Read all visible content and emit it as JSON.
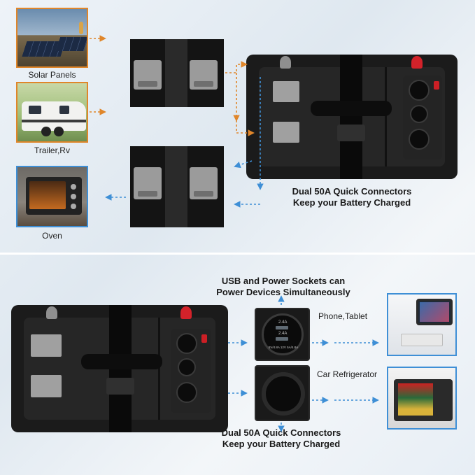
{
  "top": {
    "inputs": [
      {
        "label": "Solar Panels"
      },
      {
        "label": "Trailer,Rv"
      }
    ],
    "outputs": [
      {
        "label": "Oven"
      }
    ],
    "heading_line1": "Dual 50A Quick Connectors",
    "heading_line2": "Keep your Battery Charged"
  },
  "bottom": {
    "heading_top_line1": "USB and Power Sockets can",
    "heading_top_line2": "Power Devices Simultaneously",
    "devices": [
      {
        "label": "Phone,Tablet"
      },
      {
        "label": "Car Refrigerator"
      }
    ],
    "usb_port": {
      "line1": "2.4A",
      "line2": "2.4A",
      "rating": "5V/4.8A  12V  5A/4.8A"
    },
    "heading_bottom_line1": "Dual 50A Quick Connectors",
    "heading_bottom_line2": "Keep your Battery Charged"
  },
  "colors": {
    "input_arrow": "#e0862a",
    "output_arrow": "#3e8fd6",
    "terminal_positive": "#d3222a",
    "box": "#1b1b1b"
  },
  "icons": [
    "solar-panel-photo",
    "trailer-photo",
    "oven-photo",
    "anderson-connector",
    "usb-socket",
    "cigarette-socket",
    "tablet-photo",
    "fridge-photo"
  ]
}
